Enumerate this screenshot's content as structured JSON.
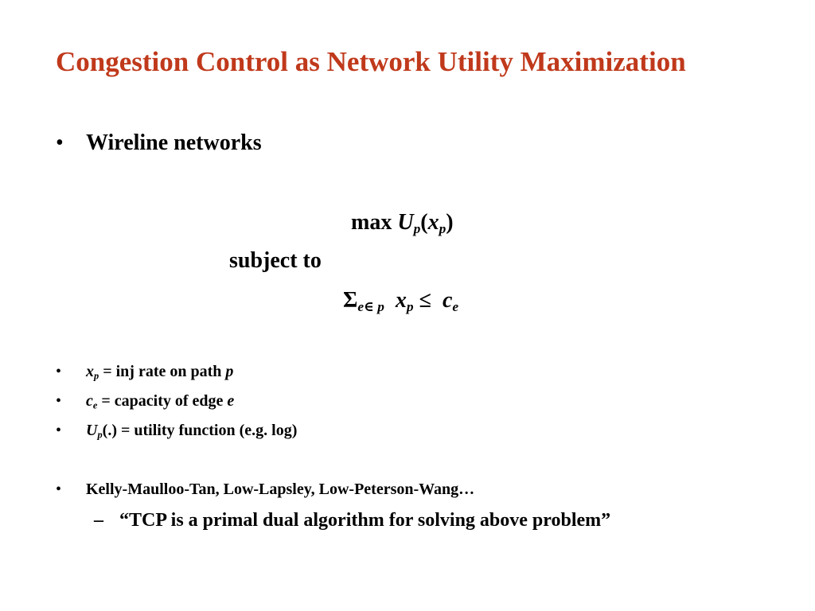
{
  "title": "Congestion Control as Network Utility Maximization",
  "bullet_symbol": "•",
  "dash_symbol": "–",
  "section": {
    "heading": "Wireline networks"
  },
  "formulation": {
    "objective": {
      "op": "max",
      "func": "U",
      "func_sub": "p",
      "open": "(",
      "var": "x",
      "var_sub": "p",
      "close": ")"
    },
    "constraint_label": "subject to",
    "constraint": {
      "sum": "Σ",
      "sum_sub": "e∈ p",
      "var": "x",
      "var_sub": "p",
      "rel": "≤",
      "cap": "c",
      "cap_sub": "e"
    }
  },
  "definitions": [
    {
      "sym": "x",
      "sub": "p",
      "text": " = inj rate on path ",
      "tail": "p"
    },
    {
      "sym": "c",
      "sub": "e",
      "text": " = capacity of edge ",
      "tail": "e"
    },
    {
      "sym": "U",
      "sub": "p",
      "text": "(.) = utility function (e.g. log)",
      "tail": ""
    }
  ],
  "references": {
    "authors": "Kelly-Maulloo-Tan, Low-Lapsley, Low-Peterson-Wang…",
    "quote": "“TCP is a primal dual algorithm for solving above problem”"
  }
}
